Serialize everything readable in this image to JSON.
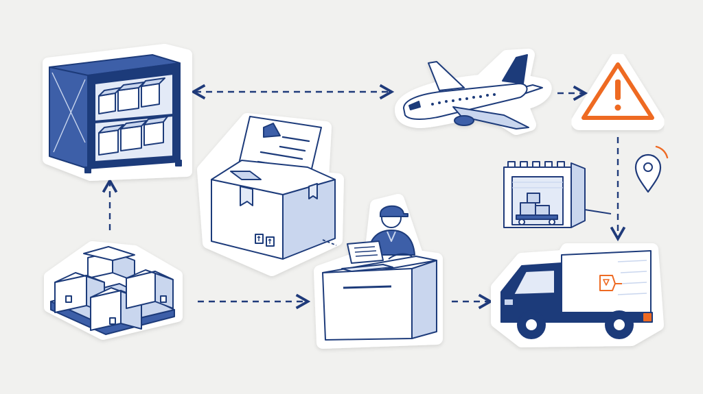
{
  "diagram": {
    "nodes": [
      {
        "id": "warehouse-rack",
        "icon": "warehouse-shelving-icon"
      },
      {
        "id": "airplane",
        "icon": "airplane-icon"
      },
      {
        "id": "warning",
        "icon": "warning-triangle-icon",
        "symbol": "!"
      },
      {
        "id": "document-box",
        "icon": "package-document-icon"
      },
      {
        "id": "pallet",
        "icon": "pallet-boxes-icon"
      },
      {
        "id": "worker-desk",
        "icon": "packing-station-worker-icon"
      },
      {
        "id": "distribution-center",
        "icon": "loading-dock-icon"
      },
      {
        "id": "location-pin",
        "icon": "location-pin-icon"
      },
      {
        "id": "delivery-truck",
        "icon": "delivery-truck-icon"
      }
    ],
    "edges": [
      {
        "from": "warehouse-rack",
        "to": "airplane",
        "style": "dashed",
        "bidirectional": true
      },
      {
        "from": "airplane",
        "to": "warning",
        "style": "dashed"
      },
      {
        "from": "warning",
        "to": "delivery-truck",
        "style": "dashed"
      },
      {
        "from": "pallet",
        "to": "warehouse-rack",
        "style": "dashed"
      },
      {
        "from": "pallet",
        "to": "worker-desk",
        "style": "dashed"
      },
      {
        "from": "worker-desk",
        "to": "delivery-truck",
        "style": "dashed"
      }
    ]
  },
  "colors": {
    "navy": "#1f3a7a",
    "mid_blue": "#3d5fa8",
    "light_blue": "#c9d6ee",
    "pale_blue": "#e3eaf7",
    "accent_orange": "#ee6a24",
    "background": "#f1f1ef"
  }
}
